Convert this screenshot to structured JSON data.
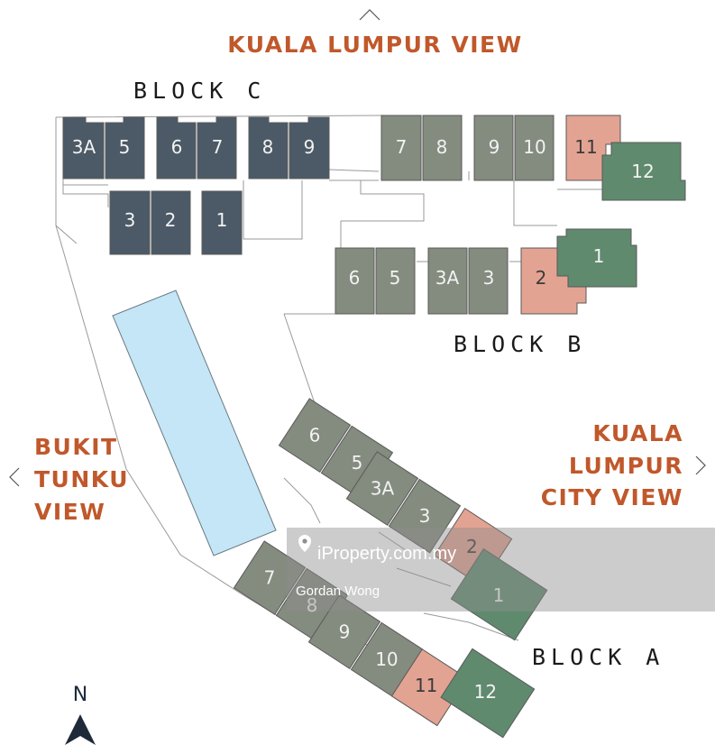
{
  "colors": {
    "dark_blue": "#4b5a66",
    "grey": "#848b7f",
    "pink": "#e3a393",
    "green": "#5f8a6e",
    "pool": "#c4e6f7",
    "view_label": "#c0582b"
  },
  "views": {
    "top": [
      "KUALA LUMPUR VIEW"
    ],
    "left": [
      "BUKIT",
      "TUNKU",
      "VIEW"
    ],
    "right": [
      "KUALA",
      "LUMPUR",
      "CITY VIEW"
    ]
  },
  "blocks": {
    "c": "BLOCK C",
    "b": "BLOCK B",
    "a": "BLOCK A"
  },
  "units": {
    "c_top": [
      "3A",
      "5",
      "6",
      "7",
      "8",
      "9"
    ],
    "c_bottom": [
      "3",
      "2",
      "1"
    ],
    "c_right": [
      "7",
      "8",
      "9",
      "10",
      "11",
      "12"
    ],
    "b": [
      "6",
      "5",
      "3A",
      "3",
      "2",
      "1"
    ],
    "a_upper": [
      "6",
      "5",
      "3A",
      "3",
      "2",
      "1"
    ],
    "a_lower": [
      "7",
      "8",
      "9",
      "10",
      "11",
      "12"
    ]
  },
  "compass": {
    "label": "N",
    "icon": "north-arrow-icon"
  },
  "watermark": {
    "site": "iProperty.com.my",
    "agent": "Gordan Wong",
    "icon": "pin-icon"
  },
  "arrows": {
    "top": "chevron-up-icon",
    "left": "chevron-left-icon",
    "right": "chevron-right-icon"
  }
}
